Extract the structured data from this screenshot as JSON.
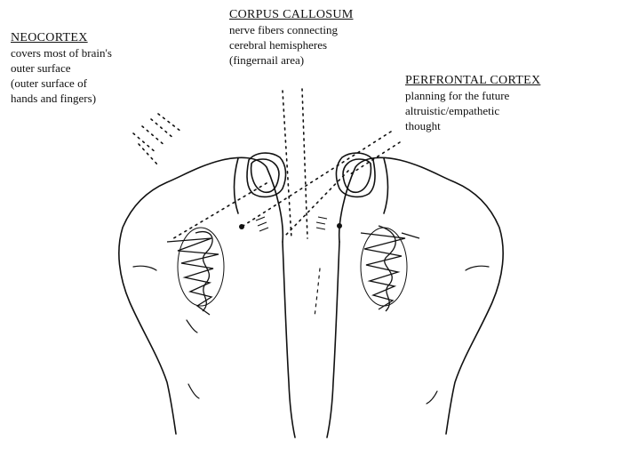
{
  "labels": {
    "neocortex": {
      "title": "NEOCORTEX",
      "lines": [
        "covers most of brain's",
        "outer surface",
        "(outer surface of",
        "hands and fingers)"
      ]
    },
    "corpus_callosum": {
      "title": "CORPUS CALLOSUM",
      "lines": [
        "nerve fibers connecting",
        "cerebral hemispheres",
        "(fingernail area)"
      ]
    },
    "prefrontal_cortex": {
      "title": "PERFRONTAL CORTEX",
      "lines": [
        "planning for the future",
        "altruistic/empathetic",
        "thought"
      ]
    }
  }
}
